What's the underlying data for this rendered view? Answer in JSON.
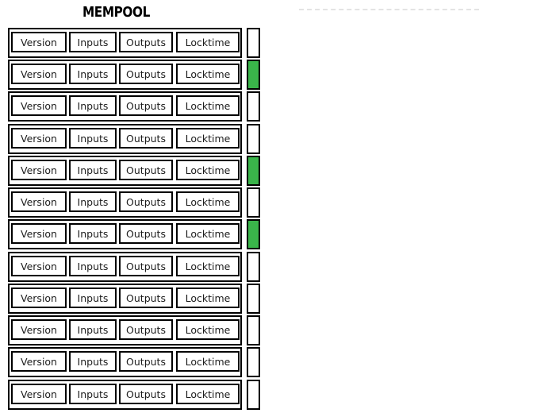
{
  "mempool": {
    "title": "MEMPOOL",
    "field_labels": [
      "Version",
      "Inputs",
      "Outputs",
      "Locktime"
    ],
    "transactions": [
      {
        "indicator": "white"
      },
      {
        "indicator": "green"
      },
      {
        "indicator": "white"
      },
      {
        "indicator": "white"
      },
      {
        "indicator": "green"
      },
      {
        "indicator": "white"
      },
      {
        "indicator": "green"
      },
      {
        "indicator": "white"
      },
      {
        "indicator": "white"
      },
      {
        "indicator": "white"
      },
      {
        "indicator": "white"
      },
      {
        "indicator": "white"
      }
    ],
    "indicator_colors": {
      "green": "#3ab54a",
      "white": "#ffffff"
    },
    "colors": {
      "border": "#000000",
      "text": "#1c1c1c",
      "dashed_line": "#e3e3e3",
      "background": "#ffffff"
    }
  }
}
